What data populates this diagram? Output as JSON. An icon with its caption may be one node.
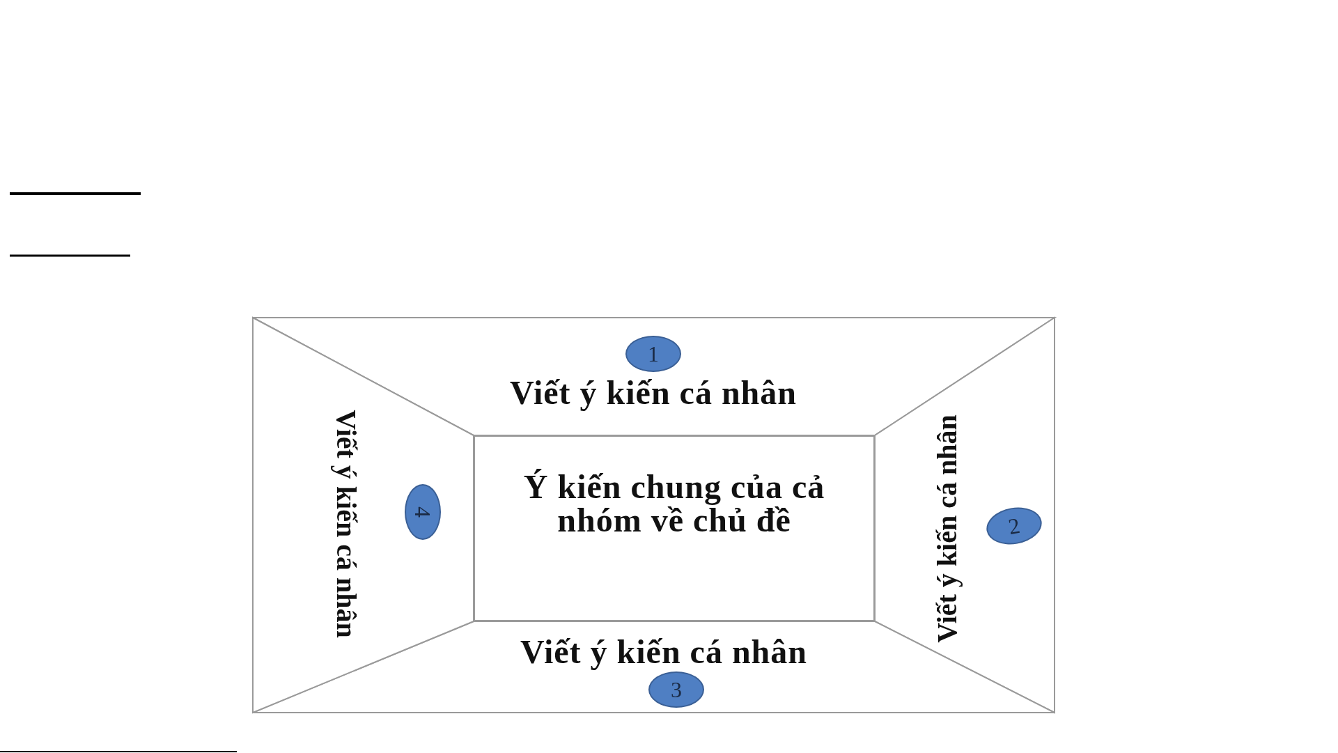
{
  "diagram": {
    "nodes": [
      {
        "text": [
          "1",
          "Viết ý kiến cá nhân"
        ]
      },
      {
        "text": [
          "2",
          "Viết ý kiến cá nhân"
        ]
      },
      {
        "text": [
          "Viết ý kiến cá nhân",
          "3"
        ]
      },
      {
        "text": [
          "4",
          "Viết ý kiến cá nhân"
        ]
      },
      {
        "text": [
          "Ý kiến chung của cả nhóm về chủ đề"
        ]
      }
    ]
  }
}
